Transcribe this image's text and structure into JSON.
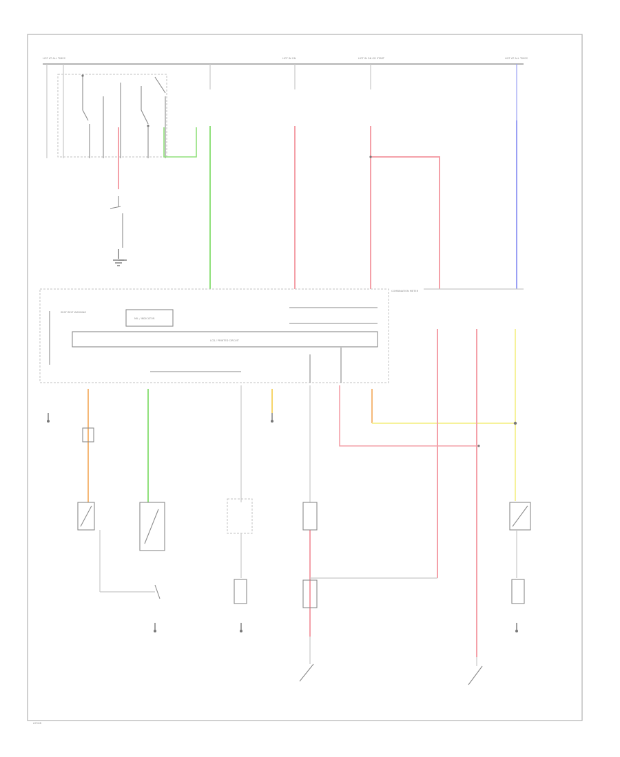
{
  "title": "",
  "colors": {
    "red": "#f4a0a8",
    "green": "#8fe07a",
    "blue": "#9aa0f4",
    "orange": "#f5b877",
    "yellow": "#f6f29a",
    "gray": "#c8c8c8",
    "frame": "#b0b0b0"
  },
  "fuses": [
    {
      "label": "HOT AT ALL TIMES"
    },
    {
      "label": "HOT IN ON"
    },
    {
      "label": "HOT IN ON OR START"
    },
    {
      "label": "HOT AT ALL TIMES"
    }
  ],
  "module": {
    "label": "COMBINATION METER",
    "warning": "SEAT BELT WARNING",
    "display": "MIL / INDICATOR",
    "subunit": "LCD / PRINTED CIRCUIT"
  },
  "footer_code": "A7C4B"
}
